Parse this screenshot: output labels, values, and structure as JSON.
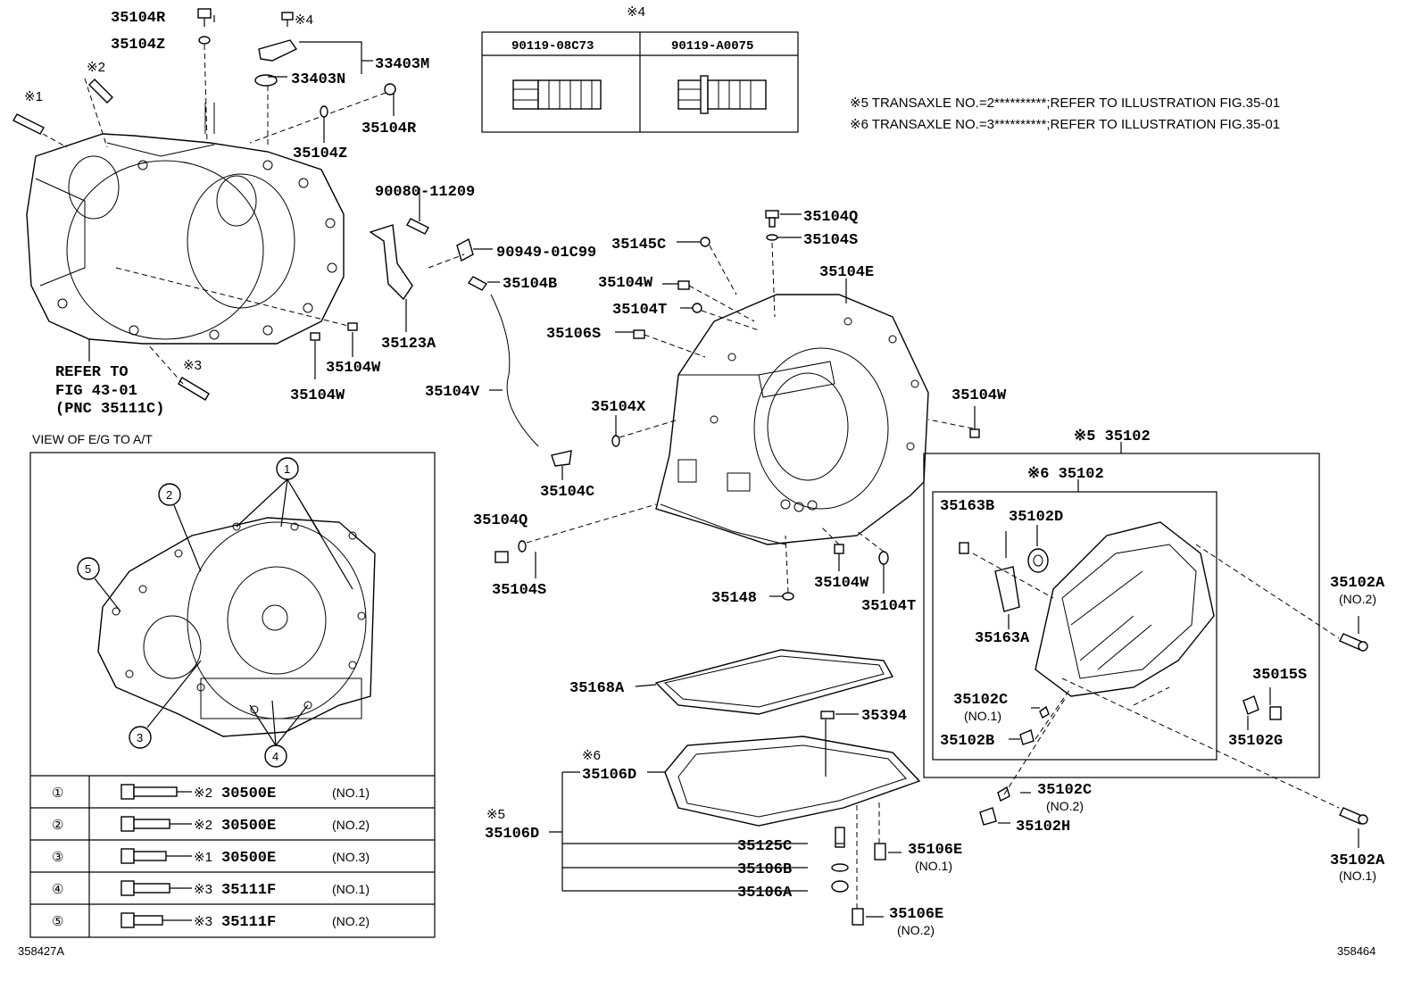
{
  "labels": {
    "p35104R_top": "35104R",
    "p35104Z_top": "35104Z",
    "mark4_small": "※4",
    "mark2": "※2",
    "mark1": "※1",
    "p33403M": "33403M",
    "p33403N": "33403N",
    "p35104R_right": "35104R",
    "p35104Z_mid": "35104Z",
    "refer_line1": "REFER TO",
    "refer_line2": "FIG 43-01",
    "refer_line3": "(PNC 35111C)",
    "mark3": "※3",
    "p35104W_a": "35104W",
    "p35104W_b": "35104W",
    "p90080": "90080-11209",
    "p90949": "90949-01C99",
    "p35104B": "35104B",
    "p35123A": "35123A",
    "p35104V": "35104V",
    "p35104C": "35104C",
    "p35145C": "35145C",
    "p35104Q_top": "35104Q",
    "p35104S_top": "35104S",
    "p35104E": "35104E",
    "p35104W_mid": "35104W",
    "p35104T_mid": "35104T",
    "p35106S": "35106S",
    "p35104X": "35104X",
    "p35104W_right": "35104W",
    "p35104Q_low": "35104Q",
    "p35104S_low": "35104S",
    "p35148": "35148",
    "p35104W_low": "35104W",
    "p35104T_low": "35104T",
    "p35168A": "35168A",
    "p35394": "35394",
    "mark6_pan": "※6",
    "p35106D_a": "35106D",
    "mark5_pan": "※5",
    "p35106D_b": "35106D",
    "p35125C": "35125C",
    "p35106B": "35106B",
    "p35106A": "35106A",
    "p35106E_a": "35106E",
    "no1_a": "(NO.1)",
    "p35106E_b": "35106E",
    "no2_a": "(NO.2)",
    "box5_title": "※5 35102",
    "box6_title": "※6 35102",
    "p35163B": "35163B",
    "p35102D": "35102D",
    "p35163A": "35163A",
    "p35102C_a": "35102C",
    "no1_b": "(NO.1)",
    "p35102B": "35102B",
    "p35102A_a": "35102A",
    "no2_b": "(NO.2)",
    "p35015S": "35015S",
    "p35102G": "35102G",
    "p35102C_b": "35102C",
    "no2_c": "(NO.2)",
    "p35102H": "35102H",
    "p35102A_b": "35102A",
    "no1_c": "(NO.1)",
    "view_title": "VIEW OF E/G TO A/T",
    "bottom_left_code": "358427A",
    "bottom_right_code": "358464"
  },
  "notes": {
    "note5": "※5 TRANSAXLE NO.=2**********;REFER TO ILLUSTRATION FIG.35-01",
    "note6": "※6 TRANSAXLE NO.=3**********;REFER TO ILLUSTRATION FIG.35-01"
  },
  "bolt_table": {
    "mark": "※4",
    "col1": "90119-08C73",
    "col2": "90119-A0075"
  },
  "callouts": [
    "1",
    "2",
    "3",
    "4",
    "5"
  ],
  "legend_rows": [
    {
      "num": "①",
      "mark": "※2",
      "part": "30500E",
      "no": "(NO.1)"
    },
    {
      "num": "②",
      "mark": "※2",
      "part": "30500E",
      "no": "(NO.2)"
    },
    {
      "num": "③",
      "mark": "※1",
      "part": "30500E",
      "no": "(NO.3)"
    },
    {
      "num": "④",
      "mark": "※3",
      "part": "35111F",
      "no": "(NO.1)"
    },
    {
      "num": "⑤",
      "mark": "※3",
      "part": "35111F",
      "no": "(NO.2)"
    }
  ]
}
